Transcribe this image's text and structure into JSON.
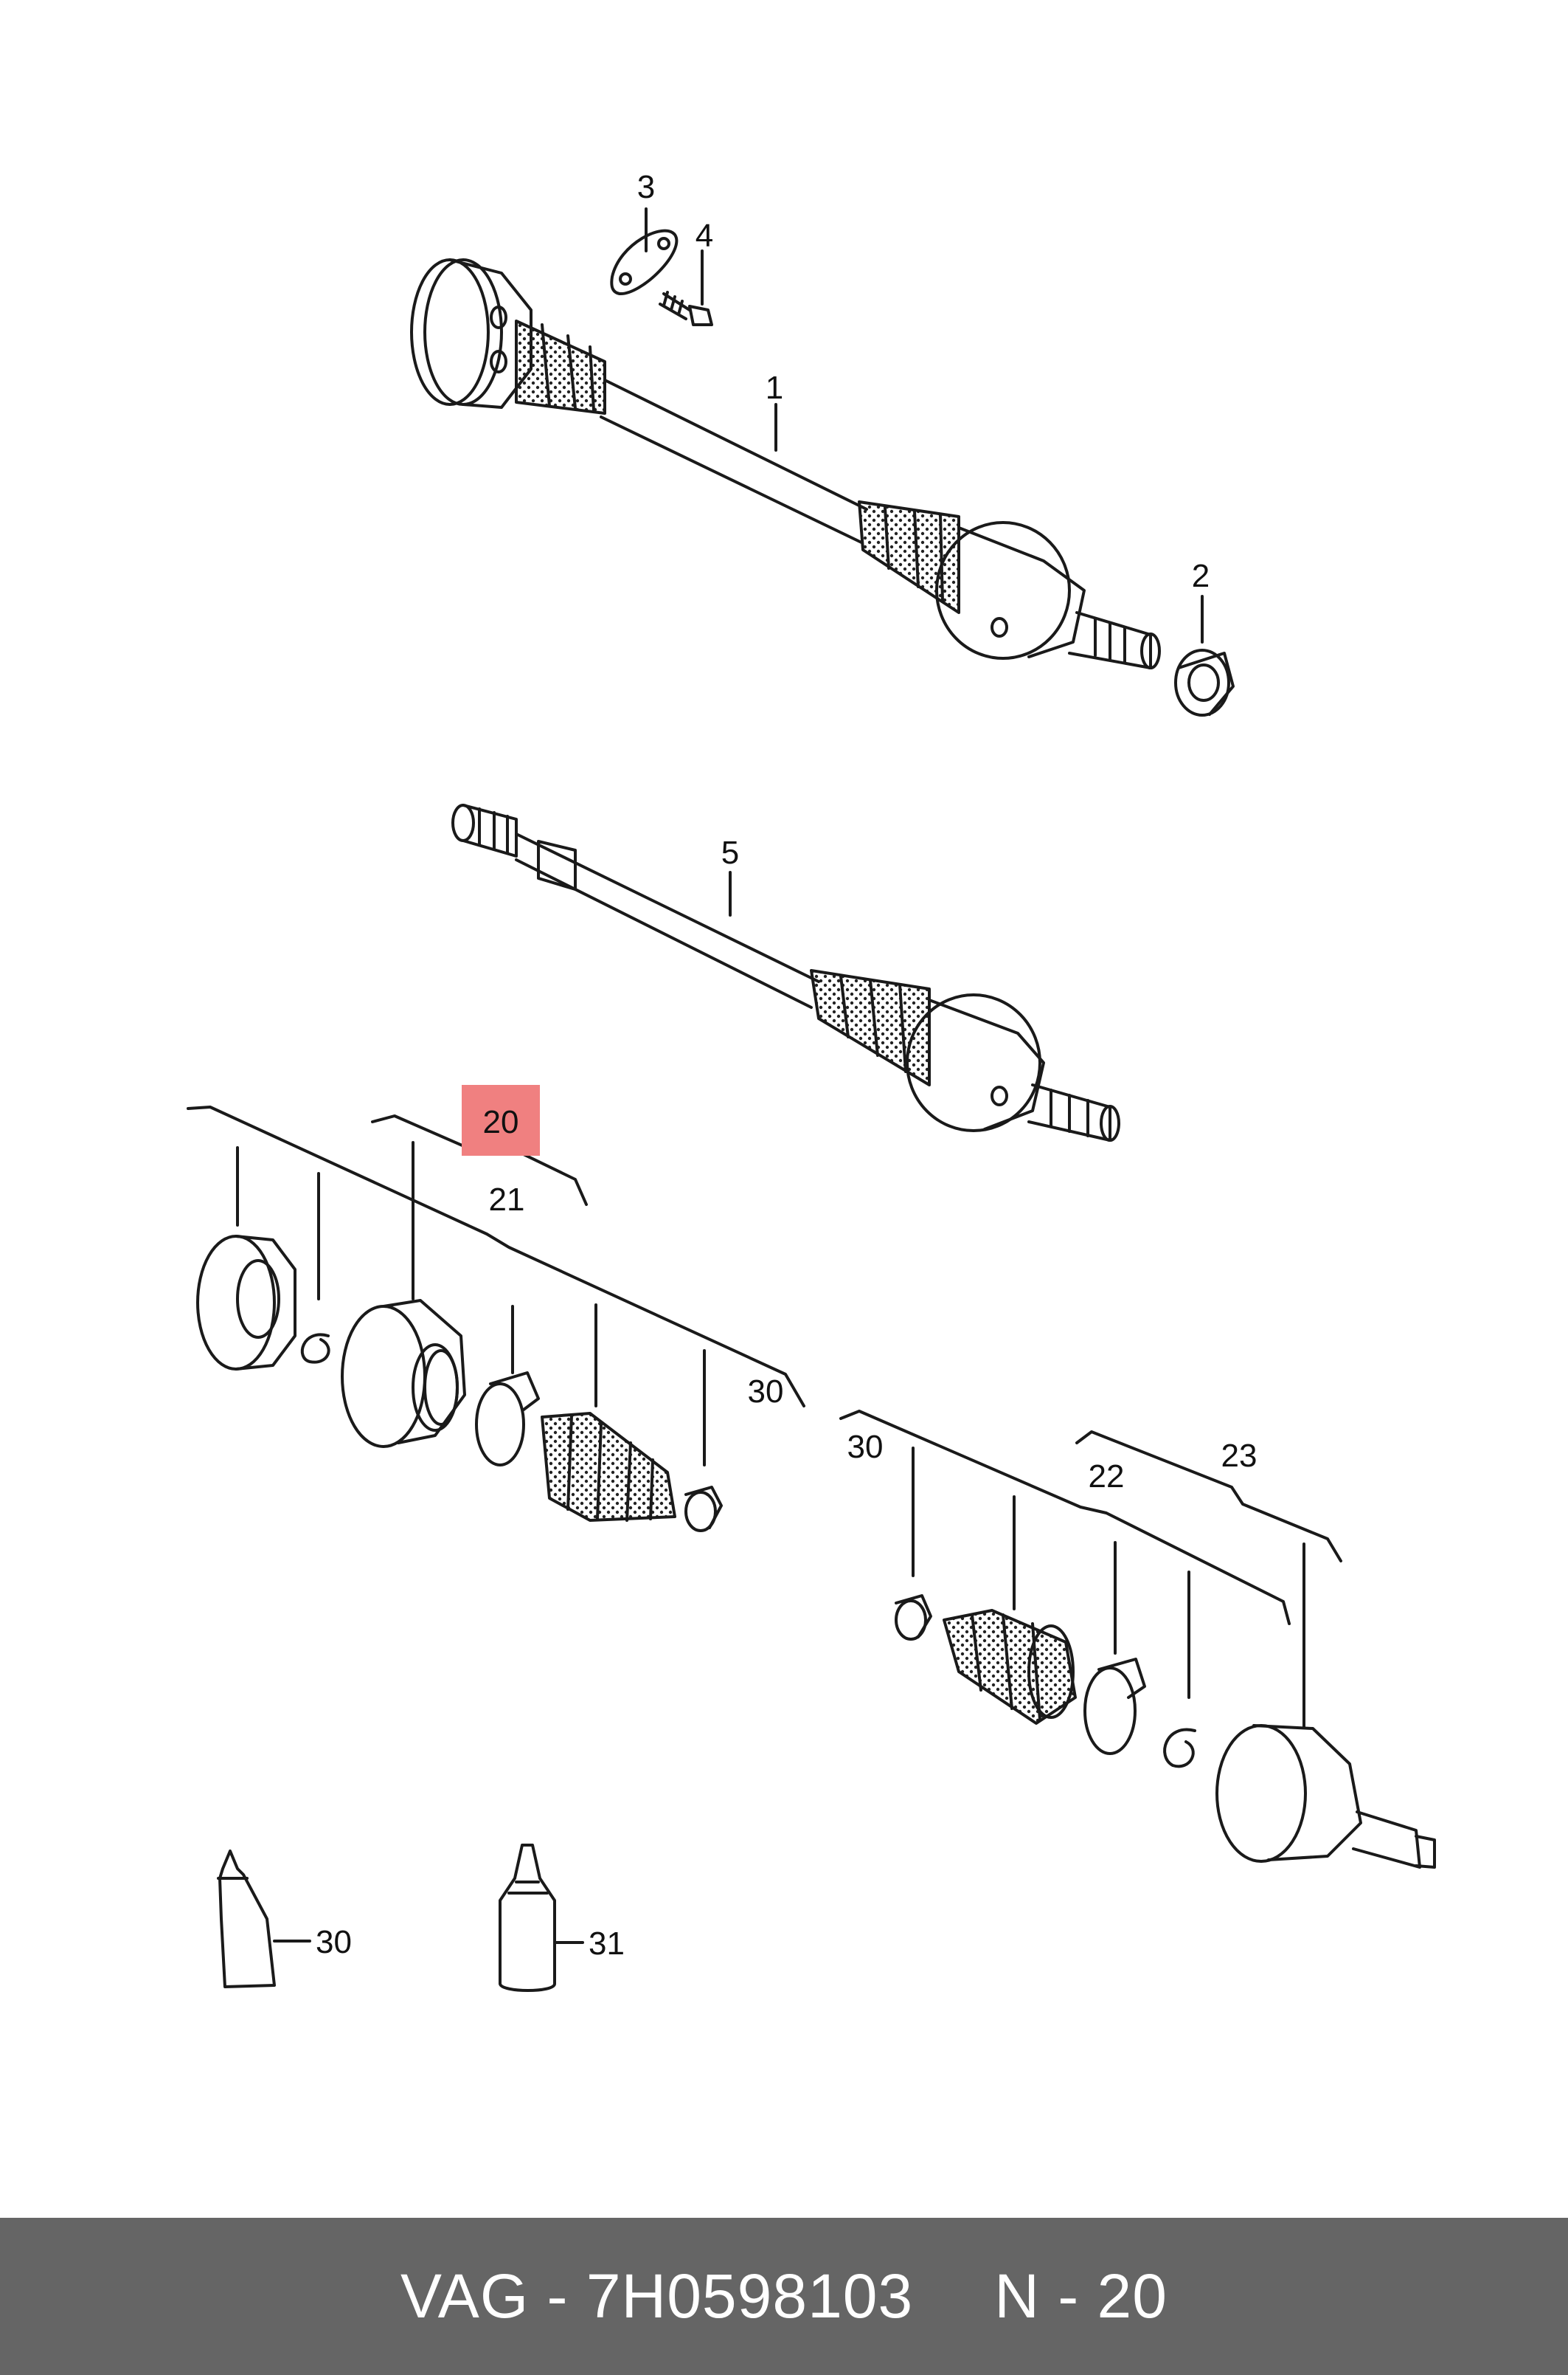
{
  "colors": {
    "background": "#ffffff",
    "line": "#1a1a1a",
    "highlight": "#f08080",
    "footer_background": "#656565",
    "footer_text": "#ffffff"
  },
  "callouts": {
    "c1": "1",
    "c2": "2",
    "c3": "3",
    "c4": "4",
    "c5": "5",
    "c20": "20",
    "c21": "21",
    "c22": "22",
    "c23": "23",
    "c30a": "30",
    "c30b": "30",
    "c30c": "30",
    "c31": "31"
  },
  "highlighted_callout": "20",
  "footer": {
    "part_ref": "VAG - 7H0598103",
    "position_ref": "N - 20"
  }
}
